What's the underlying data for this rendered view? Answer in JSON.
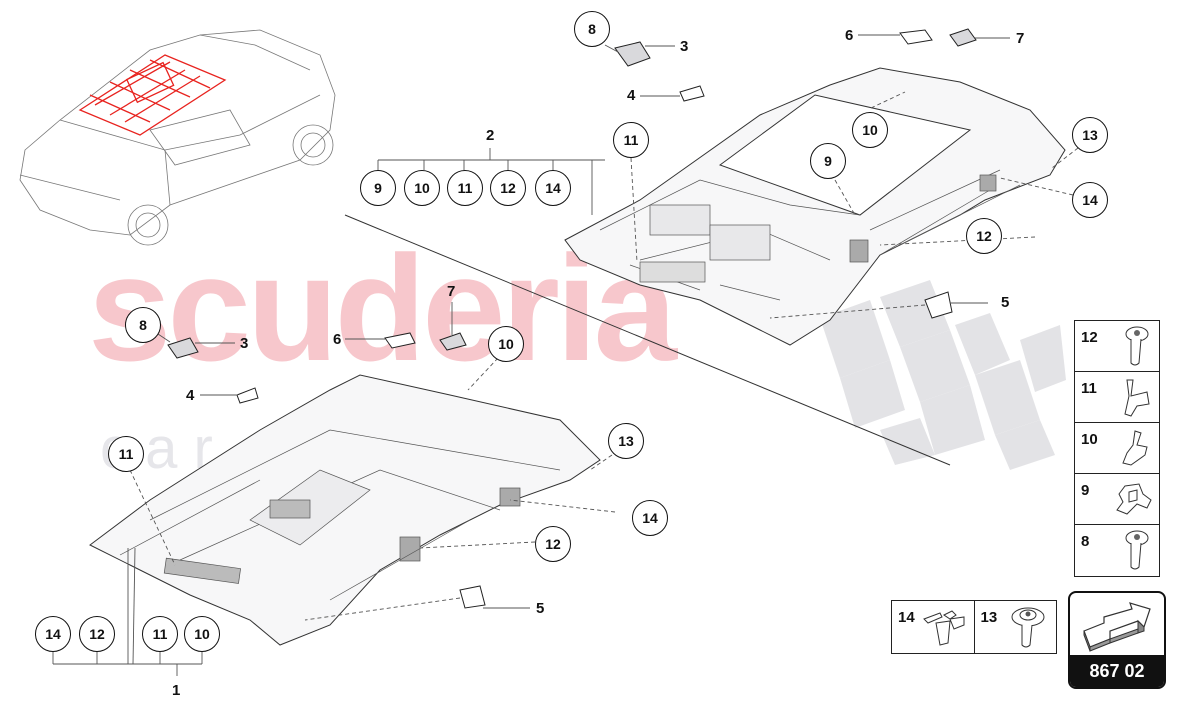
{
  "watermark": {
    "brand": "scuderia",
    "sub": "c a r   p a r t s",
    "brand_color": "#f7c7cc",
    "sub_color": "#e6e6ea"
  },
  "diagram_code": "867 02",
  "highlight_color": "#e8231f",
  "top_assembly": {
    "group_label": "2",
    "group_items": [
      "9",
      "10",
      "11",
      "12",
      "14"
    ],
    "callouts": {
      "c8": "8",
      "c11": "11",
      "c10": "10",
      "c9": "9",
      "c13": "13",
      "c14": "14",
      "c12": "12"
    },
    "labels": {
      "l3": "3",
      "l4": "4",
      "l6": "6",
      "l7": "7",
      "l5": "5"
    }
  },
  "bottom_assembly": {
    "group_label": "1",
    "group_items": [
      "14",
      "12",
      "11",
      "10"
    ],
    "callouts": {
      "c8": "8",
      "c10": "10",
      "c11": "11",
      "c13": "13",
      "c14": "14",
      "c12": "12"
    },
    "labels": {
      "l3": "3",
      "l4": "4",
      "l6": "6",
      "l7": "7",
      "l5": "5"
    }
  },
  "legend_vertical": [
    {
      "num": "12",
      "icon": "screw-icon"
    },
    {
      "num": "11",
      "icon": "clip-icon"
    },
    {
      "num": "10",
      "icon": "clip-icon"
    },
    {
      "num": "9",
      "icon": "retainer-clip-icon"
    },
    {
      "num": "8",
      "icon": "screw-icon"
    }
  ],
  "legend_horizontal": [
    {
      "num": "14",
      "icon": "spring-clip-icon"
    },
    {
      "num": "13",
      "icon": "flange-screw-icon"
    }
  ]
}
